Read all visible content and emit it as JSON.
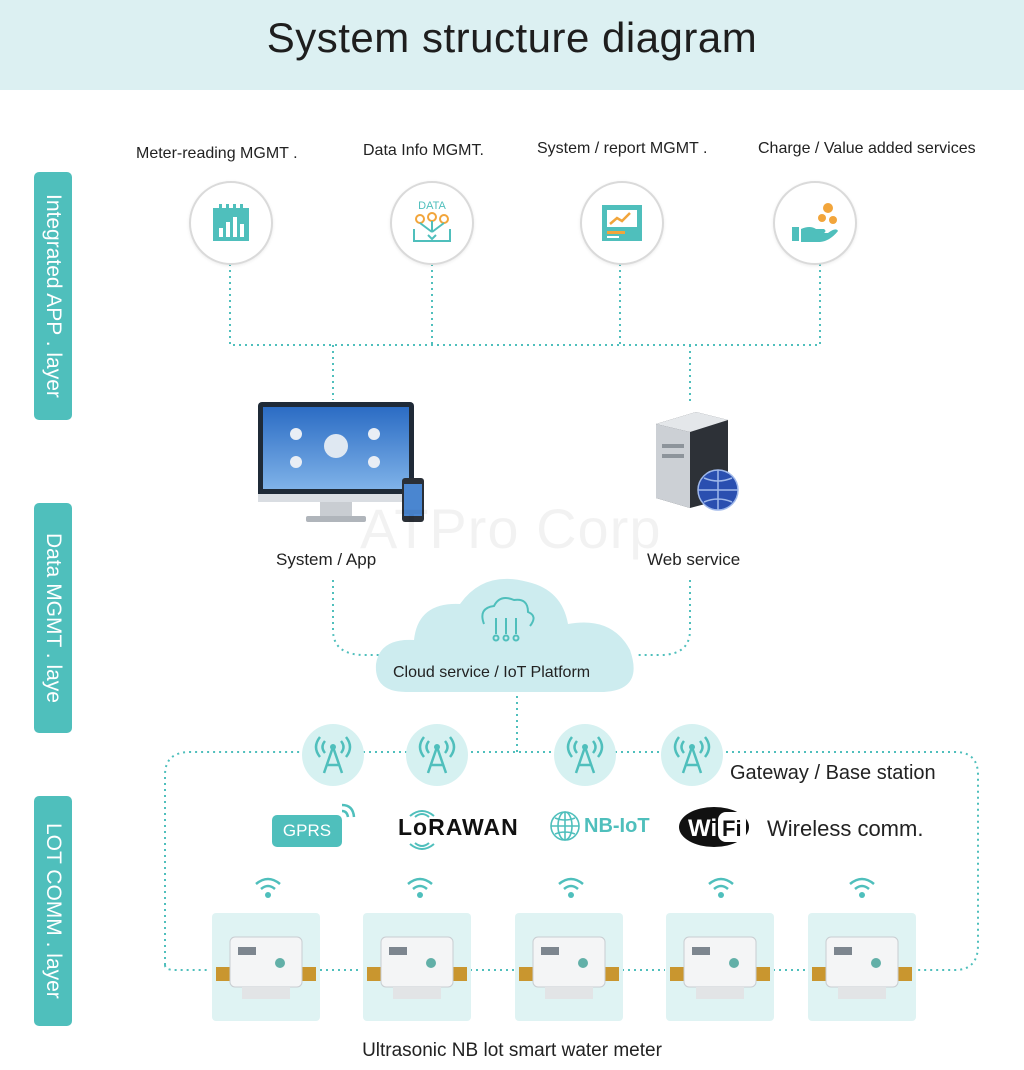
{
  "title": "System structure diagram",
  "layers": {
    "app": "Integrated APP . layer",
    "data": "Data MGMT . laye",
    "comm": "LOT COMM . layer"
  },
  "app_services": [
    {
      "label": "Meter-reading MGMT .",
      "icon": "bar-chart-icon"
    },
    {
      "label": "Data Info MGMT.",
      "icon": "data-flow-icon",
      "icon_text": "DATA"
    },
    {
      "label": "System / report MGMT .",
      "icon": "report-screen-icon"
    },
    {
      "label": "Charge / Value added services",
      "icon": "coins-hand-icon"
    }
  ],
  "data_nodes": {
    "system_app": "System / App",
    "web_service": "Web service",
    "cloud": "Cloud service / IoT Platform"
  },
  "watermark": "ATPro Corp",
  "comm": {
    "gateway_label": "Gateway / Base station",
    "wireless_label": "Wireless comm.",
    "protocols": {
      "gprs": "GPRS",
      "lorawan": "LoRAWAN",
      "nbiot": "NB-IoT",
      "wifi": "WiFi"
    }
  },
  "meter_label": "Ultrasonic NB lot smart water meter",
  "colors": {
    "accent": "#4fbfbc",
    "header_bg": "#dcf0f2",
    "dotted_line": "#4fbfbc",
    "light_panel": "#dff3f3"
  }
}
